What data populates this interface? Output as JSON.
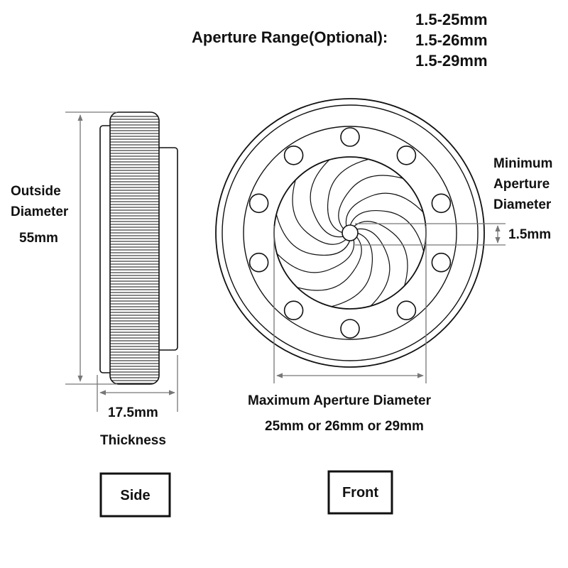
{
  "aperture_range": {
    "label": "Aperture Range(Optional):",
    "options": [
      "1.5-25mm",
      "1.5-26mm",
      "1.5-29mm"
    ]
  },
  "side_view": {
    "outside_diameter_line1": "Outside",
    "outside_diameter_line2": "Diameter",
    "outside_diameter_value": "55mm",
    "thickness_value": "17.5mm",
    "thickness_label": "Thickness",
    "caption": "Side"
  },
  "front_view": {
    "min_aperture_line1": "Minimum",
    "min_aperture_line2": "Aperture",
    "min_aperture_line3": "Diameter",
    "min_aperture_value": "1.5mm",
    "max_aperture_label": "Maximum Aperture Diameter",
    "max_aperture_value": "25mm or 26mm or 29mm",
    "caption": "Front",
    "blade_count": 12,
    "hole_count": 10
  },
  "colors": {
    "line": "#111111",
    "dimension": "#777777",
    "background": "#ffffff"
  }
}
